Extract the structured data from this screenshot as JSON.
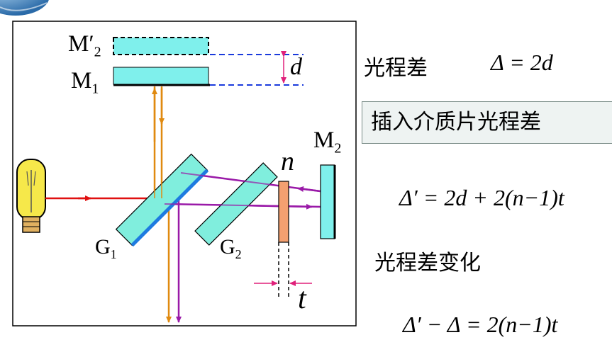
{
  "diagram": {
    "labels": {
      "m2_prime": "M′",
      "m2_prime_sub": "2",
      "m1": "M",
      "m1_sub": "1",
      "m2": "M",
      "m2_sub": "2",
      "g1": "G",
      "g1_sub": "1",
      "g2": "G",
      "g2_sub": "2",
      "gap_d": "d",
      "index_n": "n",
      "thickness_t": "t"
    },
    "colors": {
      "mirror_fill": "#7ff0ec",
      "plate_fill": "#80eedd",
      "plate_edge": "#1e7be0",
      "red_beam": "#e01010",
      "orange_beam": "#e08a10",
      "purple_beam": "#9a1aa8",
      "slab_fill": "#f4a070",
      "pink_arrow": "#e0207a",
      "dashed_blue": "#1a3adc",
      "frame": "#000000"
    }
  },
  "text": {
    "line1_label": "光程差",
    "line1_formula": "Δ = 2d",
    "boxed_label": "插入介质片光程差",
    "line2_formula": "Δ′ = 2d + 2(n−1)t",
    "line3_label": "光程差变化",
    "line4_formula": "Δ′ − Δ = 2(n−1)t"
  }
}
